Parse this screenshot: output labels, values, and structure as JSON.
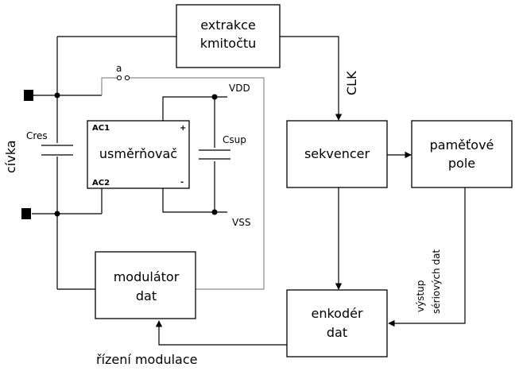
{
  "blocks": {
    "extrakce": [
      "extrakce",
      "kmitočtu"
    ],
    "usmernovac": "usměrňovač",
    "sekvencer": "sekvencer",
    "pametove_pole": [
      "paměťové",
      "pole"
    ],
    "modulator": [
      "modulátor",
      "dat"
    ],
    "enkoder": [
      "enkodér",
      "dat"
    ]
  },
  "labels": {
    "cres": "Cres",
    "csup": "Csup",
    "vdd": "VDD",
    "vss": "VSS",
    "switch_a": "a",
    "clk": "CLK",
    "civka": "cívka",
    "ac1": "AC1",
    "ac2": "AC2",
    "plus": "+",
    "minus": "-",
    "vystup": [
      "výstup",
      "sériových dat"
    ],
    "rizeni": "řízení modulace"
  }
}
